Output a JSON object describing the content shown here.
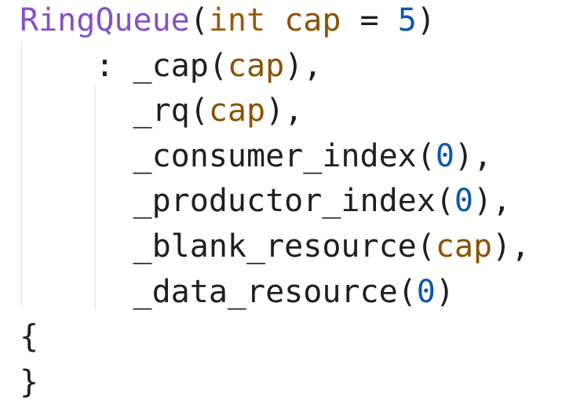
{
  "code": {
    "colors": {
      "function_name": "#8650c6",
      "keyword_type": "#9a5a00",
      "parameter": "#8a5300",
      "number": "#0b57b0",
      "plain": "#1f1f1f",
      "indent_guide": "#e3e3e3"
    },
    "lines": [
      {
        "indent": "",
        "tokens": [
          {
            "text": "RingQueue",
            "kind": "name"
          },
          {
            "text": "(",
            "kind": "plain"
          },
          {
            "text": "int",
            "kind": "type"
          },
          {
            "text": " ",
            "kind": "plain"
          },
          {
            "text": "cap",
            "kind": "param"
          },
          {
            "text": " = ",
            "kind": "plain"
          },
          {
            "text": "5",
            "kind": "num"
          },
          {
            "text": ")",
            "kind": "plain"
          }
        ]
      },
      {
        "indent": "    ",
        "tokens": [
          {
            "text": ": ",
            "kind": "plain"
          },
          {
            "text": "_cap",
            "kind": "plain"
          },
          {
            "text": "(",
            "kind": "plain"
          },
          {
            "text": "cap",
            "kind": "param"
          },
          {
            "text": "),",
            "kind": "plain"
          }
        ]
      },
      {
        "indent": "      ",
        "tokens": [
          {
            "text": "_rq",
            "kind": "plain"
          },
          {
            "text": "(",
            "kind": "plain"
          },
          {
            "text": "cap",
            "kind": "param"
          },
          {
            "text": "),",
            "kind": "plain"
          }
        ]
      },
      {
        "indent": "      ",
        "tokens": [
          {
            "text": "_consumer_index",
            "kind": "plain"
          },
          {
            "text": "(",
            "kind": "plain"
          },
          {
            "text": "0",
            "kind": "num"
          },
          {
            "text": "),",
            "kind": "plain"
          }
        ]
      },
      {
        "indent": "      ",
        "tokens": [
          {
            "text": "_productor_index",
            "kind": "plain"
          },
          {
            "text": "(",
            "kind": "plain"
          },
          {
            "text": "0",
            "kind": "num"
          },
          {
            "text": "),",
            "kind": "plain"
          }
        ]
      },
      {
        "indent": "      ",
        "tokens": [
          {
            "text": "_blank_resource",
            "kind": "plain"
          },
          {
            "text": "(",
            "kind": "plain"
          },
          {
            "text": "cap",
            "kind": "param"
          },
          {
            "text": "),",
            "kind": "plain"
          }
        ]
      },
      {
        "indent": "      ",
        "tokens": [
          {
            "text": "_data_resource",
            "kind": "plain"
          },
          {
            "text": "(",
            "kind": "plain"
          },
          {
            "text": "0",
            "kind": "num"
          },
          {
            "text": ")",
            "kind": "plain"
          }
        ]
      },
      {
        "indent": "",
        "tokens": [
          {
            "text": "{",
            "kind": "plain"
          }
        ]
      },
      {
        "indent": "",
        "tokens": [
          {
            "text": "}",
            "kind": "plain"
          }
        ]
      }
    ]
  }
}
